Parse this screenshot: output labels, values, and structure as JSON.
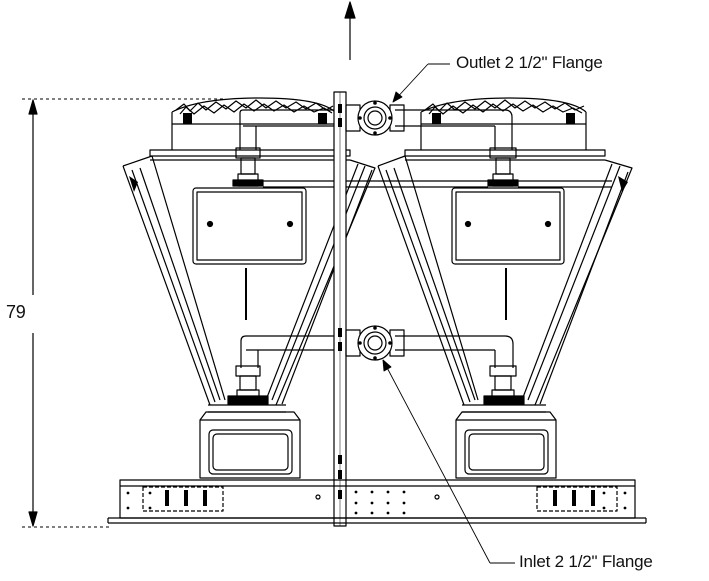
{
  "labels": {
    "height_dimension": "79",
    "outlet": "Outlet 2 1/2\" Flange",
    "inlet": "Inlet 2 1/2\" Flange"
  }
}
